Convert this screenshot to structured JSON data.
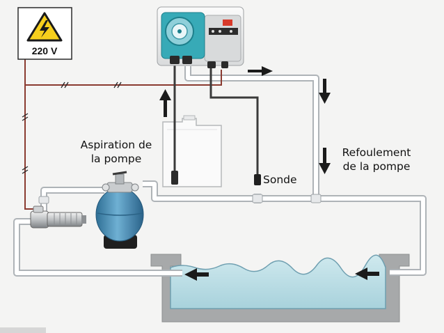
{
  "voltage_sign": {
    "text": "220 V",
    "icon": "high-voltage-warning-icon"
  },
  "labels": {
    "aspiration_line1": "Aspiration de",
    "aspiration_line2": "la pompe",
    "refoulement_line1": "Refoulement",
    "refoulement_line2": "de la pompe",
    "sonde": "Sonde"
  },
  "colors": {
    "background": "#f4f4f3",
    "pipe_fill": "#ffffff",
    "pipe_stroke": "#b8bcc0",
    "power_cable": "#8a3a30",
    "probe_cable": "#3a3a3a",
    "water": "#bcdfe6",
    "basin": "#a7a9aa",
    "pump_blue": "#37aab7",
    "filter_blue": "#4a8fb4",
    "arrow": "#1b1b1b",
    "warning_yellow": "#f6cf1c"
  }
}
